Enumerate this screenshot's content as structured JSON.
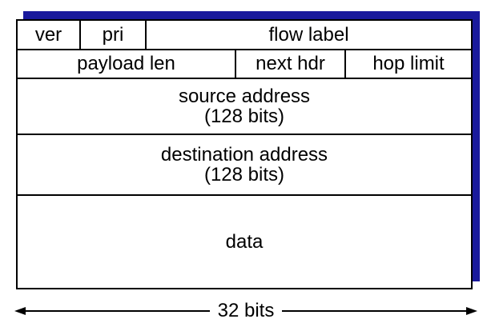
{
  "diagram": {
    "rows": [
      {
        "fields": [
          "ver",
          "pri",
          "flow label"
        ]
      },
      {
        "fields": [
          "payload len",
          "next hdr",
          "hop limit"
        ]
      },
      {
        "fields": [
          [
            "source address",
            "(128 bits)"
          ]
        ]
      },
      {
        "fields": [
          [
            "destination address",
            "(128 bits)"
          ]
        ]
      },
      {
        "fields": [
          "data"
        ]
      }
    ],
    "width_label": "32 bits",
    "colors": {
      "shadow": "#1a1a9c",
      "border": "#000000",
      "background": "#ffffff"
    }
  }
}
